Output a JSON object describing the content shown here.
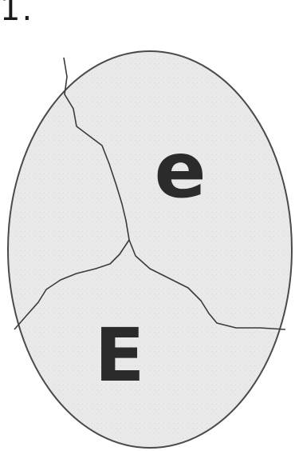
{
  "item_number": "1.",
  "egg": {
    "upper_letter": "e",
    "lower_letter": "E"
  },
  "colors": {
    "egg_fill": "#e9e9e9",
    "egg_outline": "#4a4a4a",
    "crack": "#3a3a3a",
    "letter": "#2b2b2b"
  }
}
